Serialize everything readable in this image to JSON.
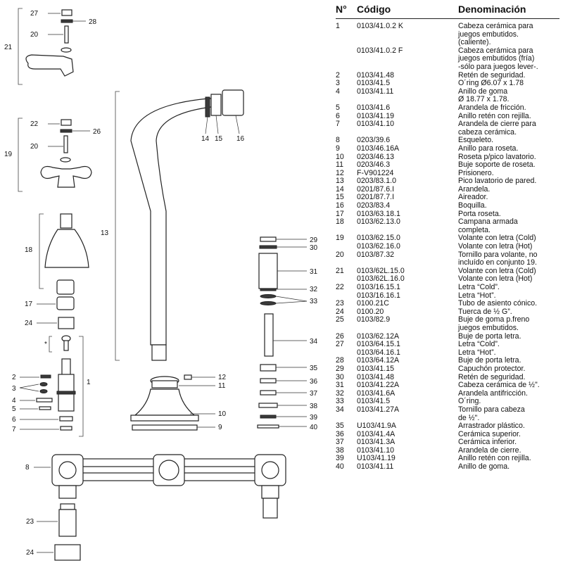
{
  "table": {
    "headers": {
      "n": "N°",
      "code": "Código",
      "den": "Denominación"
    },
    "rows": [
      {
        "n": "1",
        "code": "0103/41.0.2 K",
        "den": "Cabeza cerámica para\njuegos embutidos.\n(caliente)."
      },
      {
        "n": "",
        "code": "0103/41.0.2 F",
        "den": "Cabeza cerámica para\njuegos embutidos (fría)\n-sólo para juegos lever-."
      },
      {
        "n": "2",
        "code": "0103/41.48",
        "den": "Retén de seguridad."
      },
      {
        "n": "3",
        "code": "0103/41.5",
        "den": "O´ring Ø6.07 x 1.78"
      },
      {
        "n": "4",
        "code": "0103/41.11",
        "den": "Anillo de goma\nØ 18.77 x 1.78."
      },
      {
        "n": "5",
        "code": "0103/41.6",
        "den": "Arandela de fricción."
      },
      {
        "n": "6",
        "code": "0103/41.19",
        "den": "Anillo retén con rejilla."
      },
      {
        "n": "7",
        "code": "0103/41.10",
        "den": "Arandela de cierre para\ncabeza cerámica."
      },
      {
        "n": "8",
        "code": "0203/39.6",
        "den": "Esqueleto."
      },
      {
        "n": "9",
        "code": "0103/46.16A",
        "den": "Anillo para roseta."
      },
      {
        "n": "10",
        "code": "0203/46.13",
        "den": "Roseta p/pico lavatorio."
      },
      {
        "n": "11",
        "code": "0203/46.3",
        "den": "Buje soporte de roseta."
      },
      {
        "n": "12",
        "code": "F-V901224",
        "den": "Prisionero."
      },
      {
        "n": "13",
        "code": "0203/83.1.0",
        "den": "Pico lavatorio de pared."
      },
      {
        "n": "14",
        "code": "0201/87.6.I",
        "den": "Arandela."
      },
      {
        "n": "15",
        "code": "0201/87.7.I",
        "den": "Aireador."
      },
      {
        "n": "16",
        "code": "0203/83.4",
        "den": "Boquilla."
      },
      {
        "n": "17",
        "code": "0103/63.18.1",
        "den": "Porta roseta."
      },
      {
        "n": "18",
        "code": "0103/62.13.0",
        "den": "Campana armada\ncompleta."
      },
      {
        "n": "19",
        "code": "0103/62.15.0",
        "den": "Volante con  letra (Cold)"
      },
      {
        "n": "",
        "code": "0103/62.16.0",
        "den": "Volante con letra (Hot)"
      },
      {
        "n": "20",
        "code": "0103/87.32",
        "den": "Tornillo para volante, no\nincluído en conjunto 19."
      },
      {
        "n": "21",
        "code": "0103/62L.15.0",
        "den": "Volante con letra (Cold)"
      },
      {
        "n": "",
        "code": "0103/62L.16.0",
        "den": "Volante con letra (Hot)"
      },
      {
        "n": "22",
        "code": "0103/16.15.1",
        "den": "Letra “Cold”."
      },
      {
        "n": "",
        "code": "0103/16.16.1",
        "den": "Letra “Hot”."
      },
      {
        "n": "23",
        "code": "0100.21C",
        "den": "Tubo de asiento cónico."
      },
      {
        "n": "24",
        "code": "0100.20",
        "den": "Tuerca de ½ G”."
      },
      {
        "n": "25",
        "code": "0103/82.9",
        "den": "Buje de goma p.freno\njuegos embutidos."
      },
      {
        "n": "26",
        "code": "0103/62.12A",
        "den": " Buje de porta letra."
      },
      {
        "n": "27",
        "code": "0103/64.15.1",
        "den": "Letra “Cold”."
      },
      {
        "n": "",
        "code": "0103/64.16.1",
        "den": "Letra “Hot”."
      },
      {
        "n": "28",
        "code": "0103/64.12A",
        "den": " Buje de porta letra."
      },
      {
        "n": "29",
        "code": "0103/41.15",
        "den": "Capuchón protector."
      },
      {
        "n": "30",
        "code": "0103/41.48",
        "den": "Retén de seguridad."
      },
      {
        "n": "31",
        "code": "0103/41.22A",
        "den": "Cabeza cerámica de ½\"."
      },
      {
        "n": "32",
        "code": "0103/41.6A",
        "den": "Arandela antifricción."
      },
      {
        "n": "33",
        "code": "0103/41.5",
        "den": "O´ring."
      },
      {
        "n": "34",
        "code": "0103/41.27A",
        "den": "Tornillo para cabeza\nde ½\"."
      },
      {
        "n": "35",
        "code": "U103/41.9A",
        "den": "Arrastrador plástico."
      },
      {
        "n": "36",
        "code": "0103/41.4A",
        "den": "Cerámica superior."
      },
      {
        "n": "37",
        "code": "0103/41.3A",
        "den": "Cerámica inferior."
      },
      {
        "n": "38",
        "code": "0103/41.10",
        "den": "Arandela de cierre."
      },
      {
        "n": "39",
        "code": "U103/41.19",
        "den": "Anillo retén con rejilla."
      },
      {
        "n": "40",
        "code": "0103/41.11",
        "den": "Anillo de goma."
      }
    ]
  },
  "callouts": {
    "c1": "1",
    "c2": "2",
    "c3": "3",
    "c4": "4",
    "c5": "5",
    "c6": "6",
    "c7": "7",
    "c8": "8",
    "c9": "9",
    "c10": "10",
    "c11": "11",
    "c12": "12",
    "c13": "13",
    "c14": "14",
    "c15": "15",
    "c16": "16",
    "c17": "17",
    "c18": "18",
    "c19": "19",
    "c20a": "20",
    "c20b": "20",
    "c21": "21",
    "c22": "22",
    "c23": "23",
    "c24a": "24",
    "c24b": "24",
    "c26": "26",
    "c27": "27",
    "c28": "28",
    "c29": "29",
    "c30": "30",
    "c31": "31",
    "c32": "32",
    "c33": "33",
    "c34": "34",
    "c35": "35",
    "c36": "36",
    "c37": "37",
    "c38": "38",
    "c39": "39",
    "c40": "40",
    "cstar": "*"
  }
}
